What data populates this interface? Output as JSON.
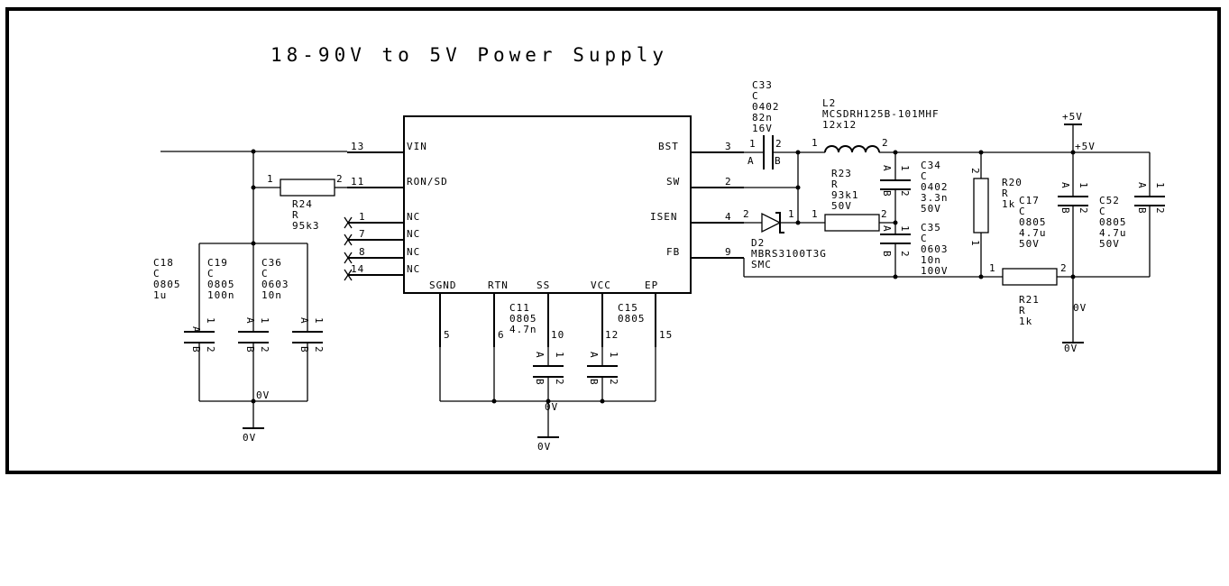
{
  "title": "18-90V to 5V Power Supply",
  "ic": {
    "pins_left": [
      {
        "num": "13",
        "name": "VIN"
      },
      {
        "num": "11",
        "name": "RON/SD"
      },
      {
        "num": "1",
        "name": "NC"
      },
      {
        "num": "7",
        "name": "NC"
      },
      {
        "num": "8",
        "name": "NC"
      },
      {
        "num": "14",
        "name": "NC"
      }
    ],
    "pins_right": [
      {
        "num": "3",
        "name": "BST"
      },
      {
        "num": "2",
        "name": "SW"
      },
      {
        "num": "4",
        "name": "ISEN"
      },
      {
        "num": "9",
        "name": "FB"
      }
    ],
    "pins_bottom": [
      {
        "num": "5",
        "name": "SGND"
      },
      {
        "num": "6",
        "name": "RTN"
      },
      {
        "num": "10",
        "name": "SS"
      },
      {
        "num": "12",
        "name": "VCC"
      },
      {
        "num": "15",
        "name": "EP"
      }
    ]
  },
  "components": {
    "r24": {
      "ref": "R24",
      "type": "R",
      "value": "95k3",
      "pin1": "1",
      "pin2": "2"
    },
    "c33": {
      "ref": "C33",
      "type": "C",
      "pkg": "0402",
      "value": "82n",
      "voltage": "16V",
      "pin1": "1",
      "pin2": "2",
      "pinA": "A",
      "pinB": "B"
    },
    "l2": {
      "ref": "L2",
      "part": "MCSDRH125B-101MHF",
      "size": "12x12",
      "pin1": "1",
      "pin2": "2"
    },
    "r23": {
      "ref": "R23",
      "type": "R",
      "value": "93k1",
      "voltage": "50V",
      "pin1": "1",
      "pin2": "2"
    },
    "c34": {
      "ref": "C34",
      "type": "C",
      "pkg": "0402",
      "value": "3.3n",
      "voltage": "50V"
    },
    "c35": {
      "ref": "C35",
      "type": "C",
      "pkg": "0603",
      "value": "10n",
      "voltage": "100V"
    },
    "d2": {
      "ref": "D2",
      "part": "MBRS3100T3G",
      "pkg": "SMC",
      "pin1": "1",
      "pin2": "2"
    },
    "r20": {
      "ref": "R20",
      "type": "R",
      "value": "1k",
      "pin1": "1",
      "pin2": "2"
    },
    "r21": {
      "ref": "R21",
      "type": "R",
      "value": "1k",
      "pin1": "1",
      "pin2": "2"
    },
    "c17": {
      "ref": "C17",
      "type": "C",
      "pkg": "0805",
      "value": "4.7u",
      "voltage": "50V"
    },
    "c52": {
      "ref": "C52",
      "type": "C",
      "pkg": "0805",
      "value": "4.7u",
      "voltage": "50V"
    },
    "c18": {
      "ref": "C18",
      "type": "C",
      "pkg": "0805",
      "value": "1u"
    },
    "c19": {
      "ref": "C19",
      "type": "C",
      "pkg": "0805",
      "value": "100n"
    },
    "c36": {
      "ref": "C36",
      "type": "C",
      "pkg": "0603",
      "value": "10n"
    },
    "c11": {
      "ref": "C11",
      "pkg": "0805",
      "value": "4.7n"
    },
    "c15": {
      "ref": "C15",
      "pkg": "0805"
    }
  },
  "cap_pins": {
    "a": "A",
    "b": "B",
    "one": "1",
    "two": "2"
  },
  "nets": {
    "supply": "+5V",
    "ground": "0V"
  }
}
